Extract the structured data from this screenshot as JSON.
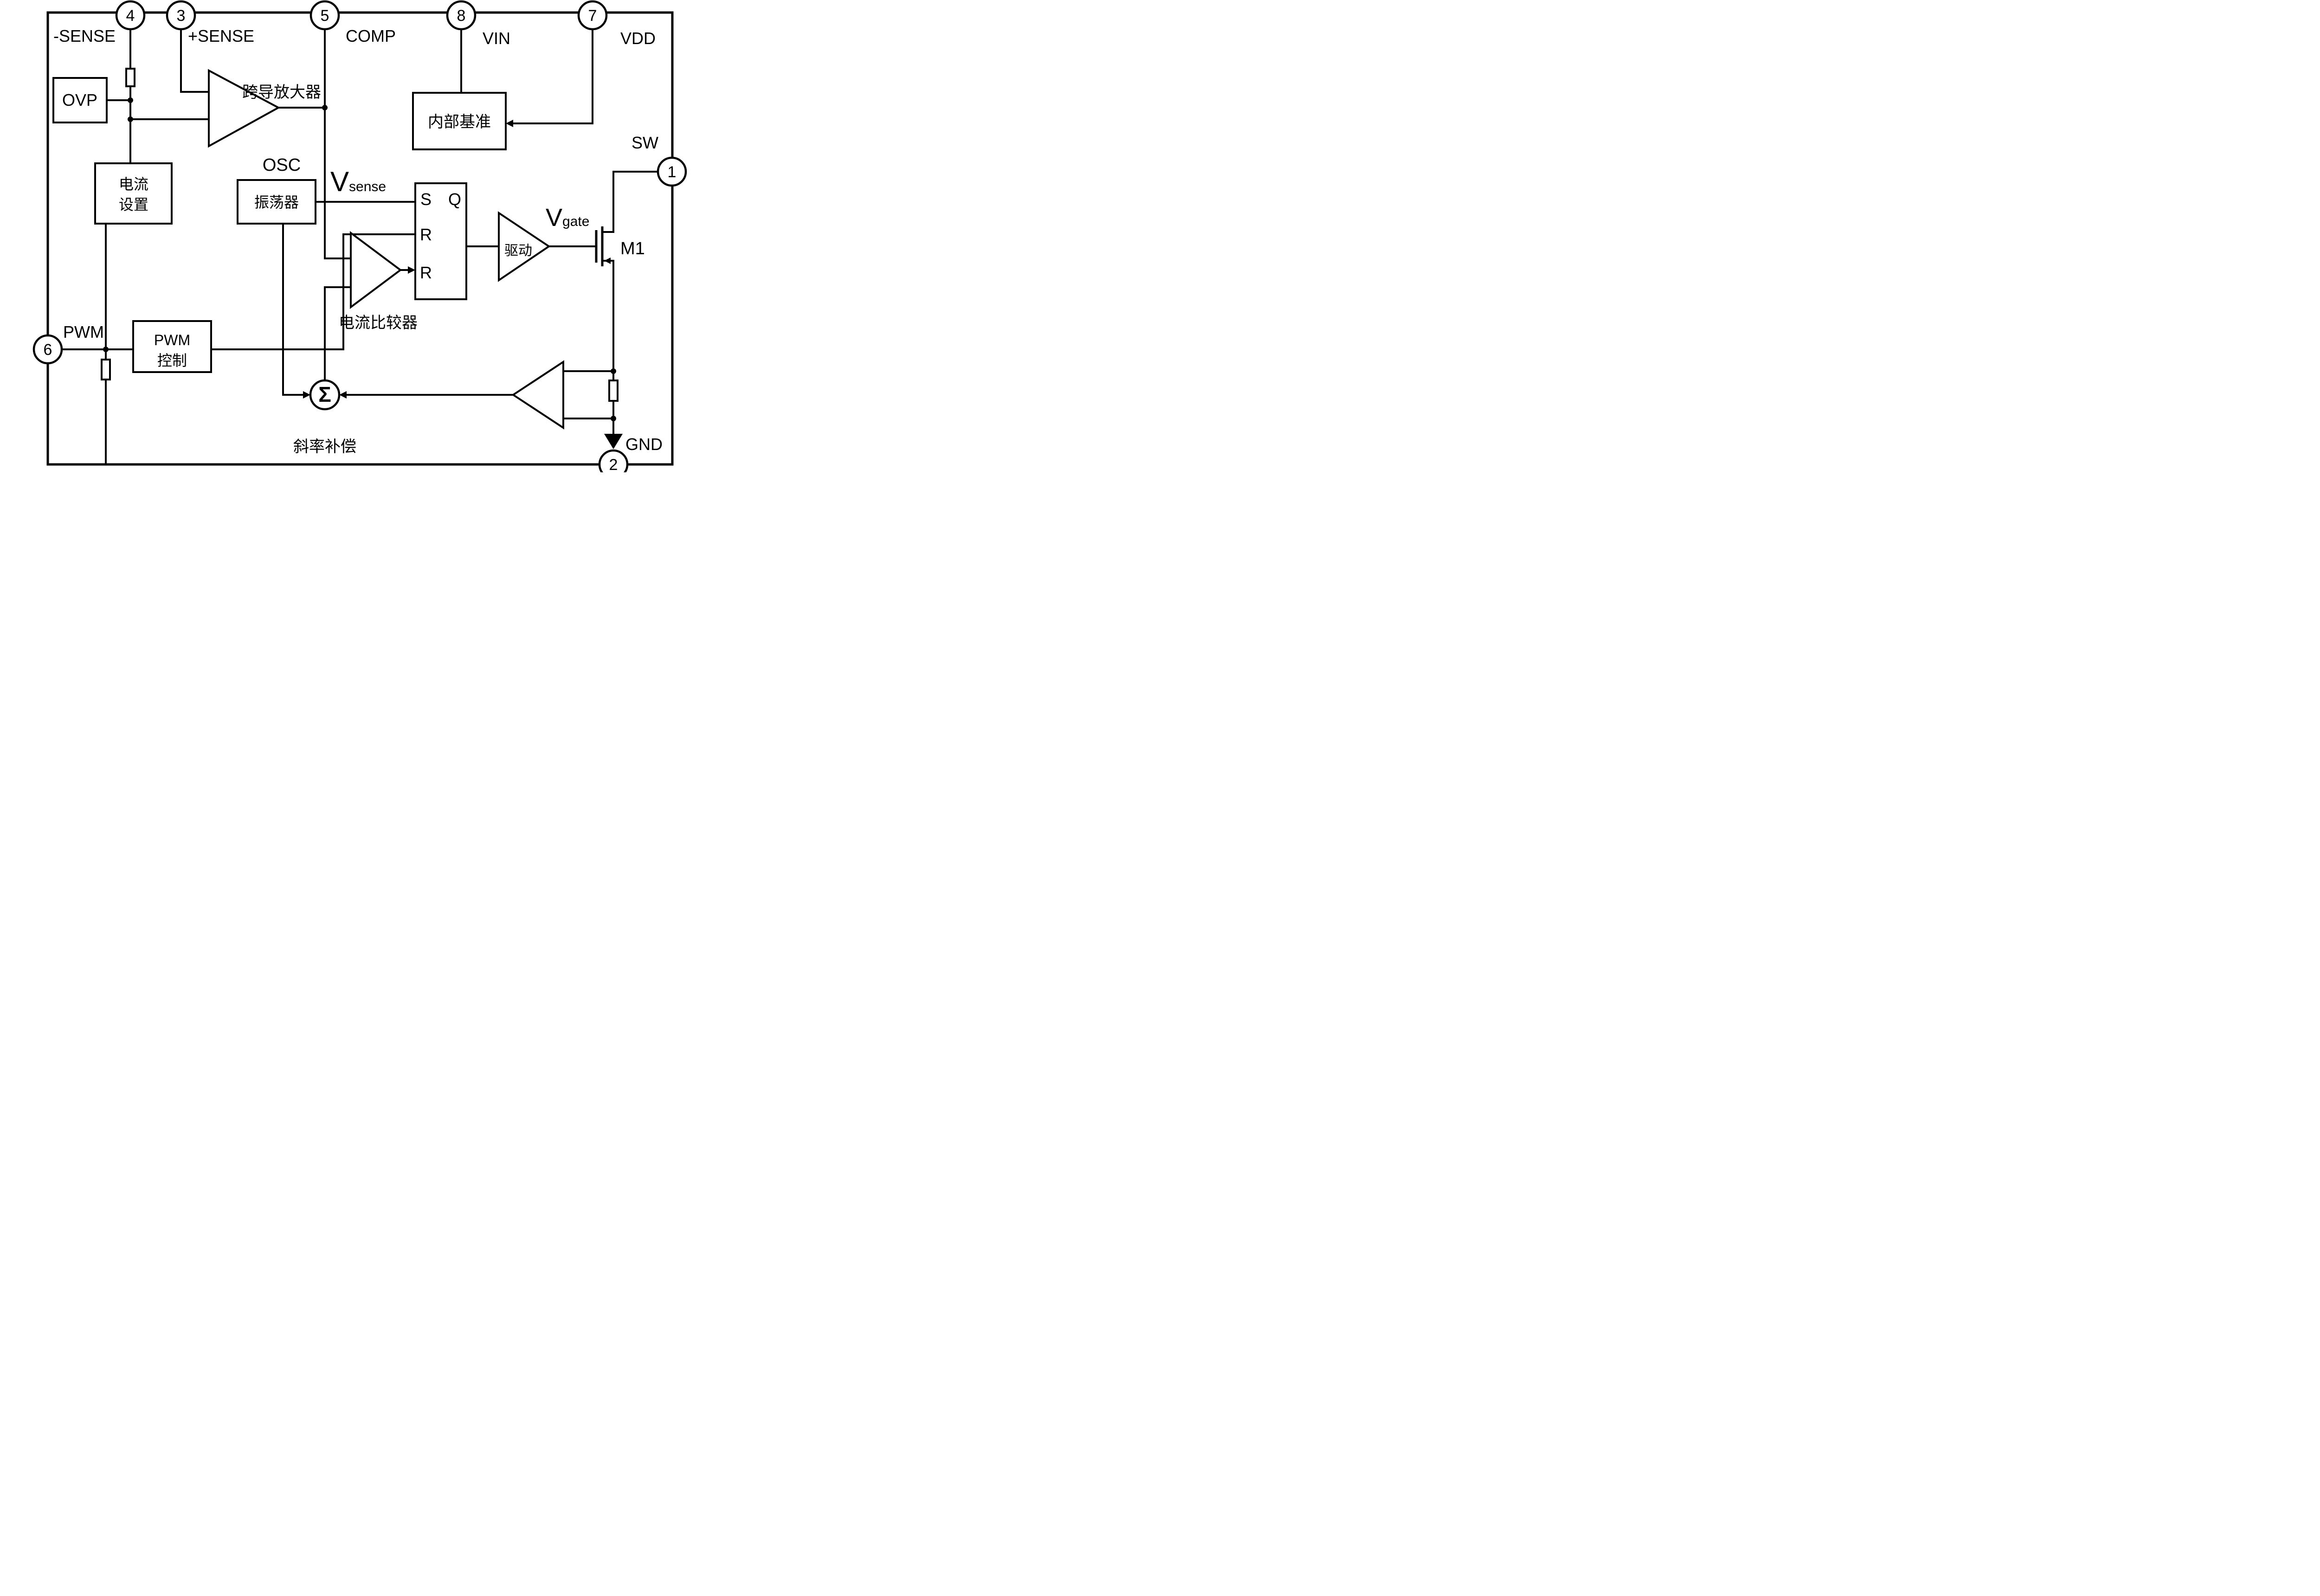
{
  "colors": {
    "line": "#000000",
    "background": "#ffffff"
  },
  "pins": {
    "p4": {
      "number": "4",
      "label": "-SENSE"
    },
    "p3": {
      "number": "3",
      "label": "+SENSE"
    },
    "p5": {
      "number": "5",
      "label": "COMP"
    },
    "p8": {
      "number": "8",
      "label": "VIN"
    },
    "p7": {
      "number": "7",
      "label": "VDD"
    },
    "p1": {
      "number": "1",
      "label": "SW"
    },
    "p6": {
      "number": "6",
      "label": "PWM"
    },
    "p2": {
      "number": "2",
      "label": "GND"
    }
  },
  "blocks": {
    "ovp": {
      "label": "OVP"
    },
    "current_set": {
      "line1": "电流",
      "line2": "设置"
    },
    "osc": {
      "title": "OSC",
      "label": "振荡器"
    },
    "reference": {
      "label": "内部基准"
    },
    "latch": {
      "s": "S",
      "q": "Q",
      "r1": "R",
      "r2": "R"
    },
    "pwm_control": {
      "line1": "PWM",
      "line2": "控制"
    },
    "driver": {
      "label": "驱动"
    }
  },
  "labels": {
    "gm_amp": "跨导放大器",
    "current_comparator": "电流比较器",
    "slope_comp": "斜率补偿",
    "sigma": "Σ",
    "vsense_v": "V",
    "vsense_sub": "sense",
    "vgate_v": "V",
    "vgate_sub": "gate",
    "m1": "M1"
  }
}
